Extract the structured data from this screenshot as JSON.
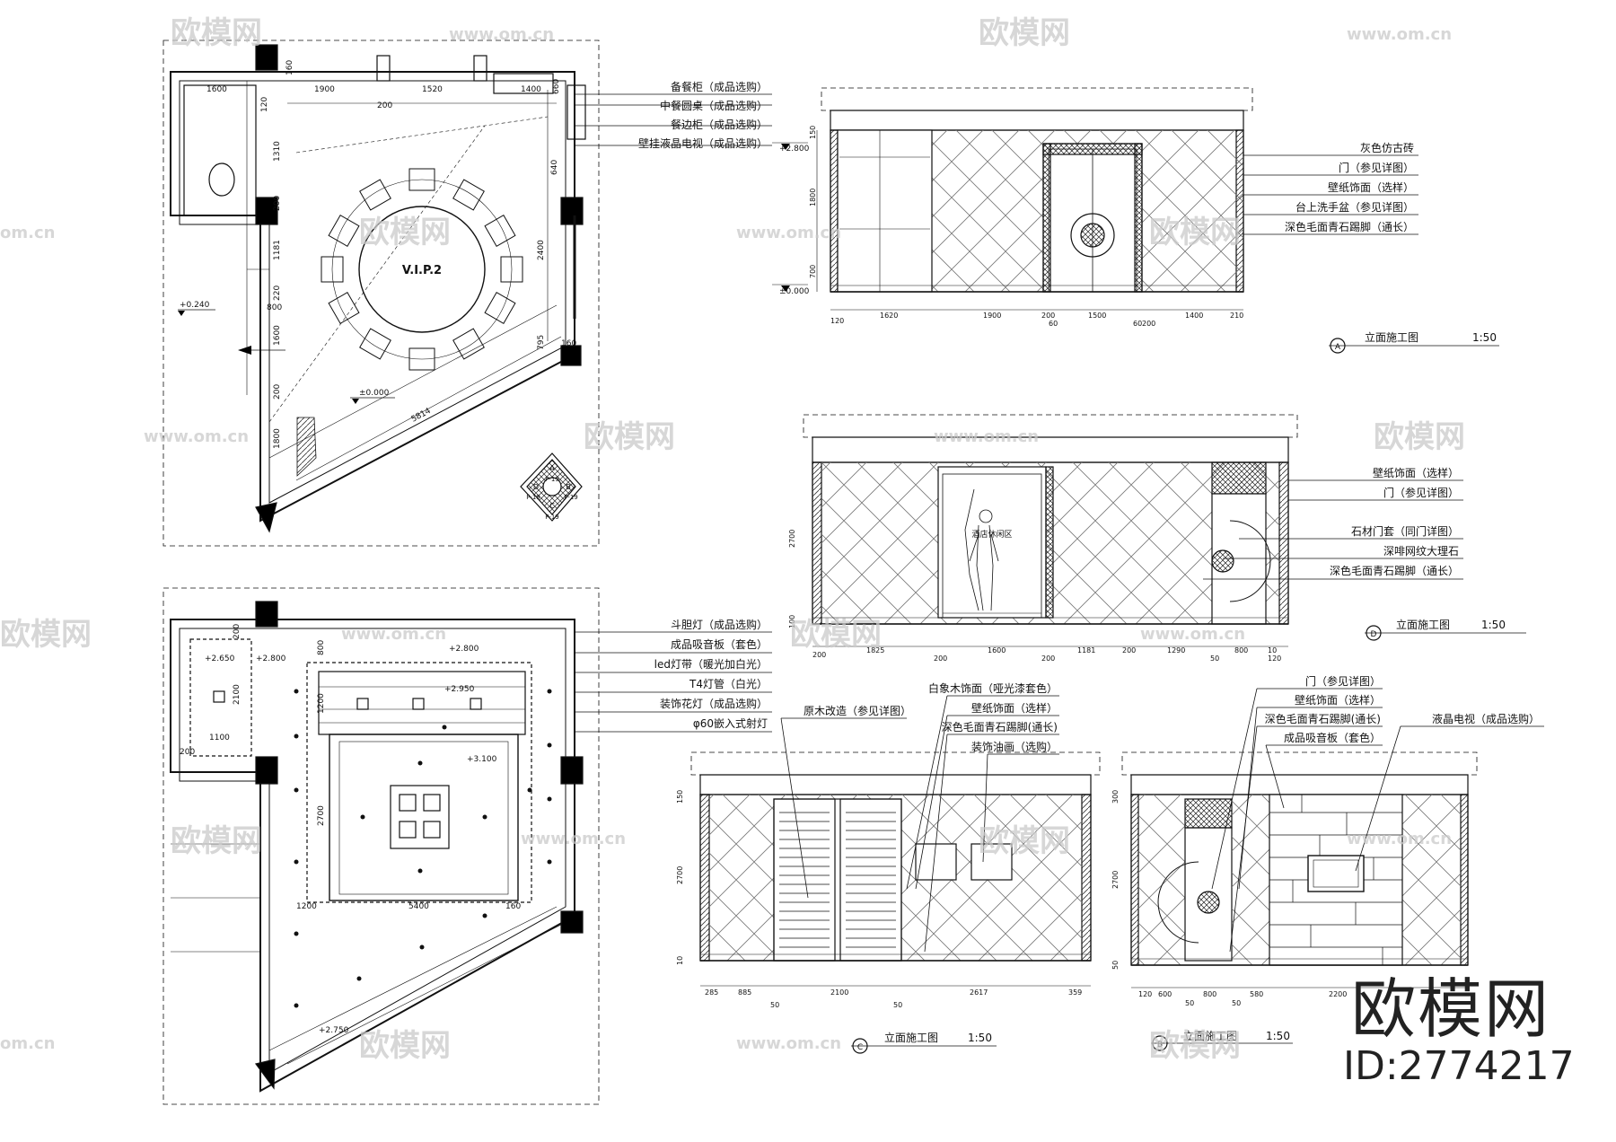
{
  "watermarks": {
    "logo": "欧模网",
    "url": "www.om.cn",
    "short_url": "om.cn"
  },
  "brand": {
    "name": "欧模网",
    "id": "ID:2774217"
  },
  "plan_top": {
    "room": "V.I.P.2",
    "levels": [
      "+0.240",
      "±0.000"
    ],
    "dims": [
      "160",
      "1900",
      "1520",
      "200",
      "1400",
      "1600",
      "660",
      "120",
      "1310",
      "200",
      "1181",
      "220",
      "1600",
      "200",
      "800",
      "1800",
      "640",
      "2400",
      "795",
      "160",
      "5814"
    ],
    "callouts": [
      "备餐柜（成品选购）",
      "中餐圆桌（成品选购）",
      "餐边柜（成品选购）",
      "壁挂液晶电视（成品选购）"
    ],
    "index": {
      "a": "A",
      "b": "B",
      "c": "C",
      "d": "D",
      "sheet": "P-19"
    }
  },
  "plan_bottom": {
    "levels": [
      "+2.650",
      "+2.800",
      "+2.800",
      "+2.950",
      "+3.100",
      "+2.750"
    ],
    "dims": [
      "200",
      "2100",
      "1100",
      "200",
      "800",
      "1200",
      "2700",
      "1200",
      "5400",
      "160"
    ],
    "callouts": [
      "斗胆灯（成品选购）",
      "成品吸音板（套色）",
      "led灯带（暖光加白光）",
      "T4灯管（白光）",
      "装饰花灯（成品选购）",
      "φ60嵌入式射灯"
    ]
  },
  "elev_a": {
    "levels": [
      "+2.800",
      "±0.000"
    ],
    "dims": [
      "120",
      "1620",
      "1900",
      "200",
      "60",
      "1500",
      "60",
      "200",
      "1400",
      "210"
    ],
    "vdims": [
      "150",
      "1800",
      "700"
    ],
    "callouts": [
      "灰色仿古砖",
      "门（参见详图）",
      "壁纸饰面（选样）",
      "台上洗手盆（参见详图）",
      "深色毛面青石踢脚（通长）"
    ],
    "mark": "A",
    "title": "立面施工图",
    "scale": "1:50"
  },
  "elev_d": {
    "dims": [
      "200",
      "1825",
      "200",
      "1600",
      "200",
      "1181",
      "200",
      "1290",
      "50",
      "800",
      "10",
      "120"
    ],
    "vdims": [
      "2700",
      "100"
    ],
    "screen_text": "酒店休闲区",
    "callouts": [
      "壁纸饰面（选样）",
      "门（参见详图）",
      "石材门套（同门详图）",
      "深啡网纹大理石",
      "深色毛面青石踢脚（通长）"
    ],
    "mark": "D",
    "title": "立面施工图",
    "scale": "1:50"
  },
  "elev_c": {
    "dims": [
      "285",
      "885",
      "50",
      "2100",
      "50",
      "2617",
      "359"
    ],
    "vdims": [
      "150",
      "2700",
      "10"
    ],
    "callouts": [
      "原木改造（参见详图）",
      "白象木饰面（哑光漆套色）",
      "壁纸饰面（选样）",
      "深色毛面青石踢脚(通长)",
      "装饰油画（选购）"
    ],
    "mark": "C",
    "title": "立面施工图",
    "scale": "1:50"
  },
  "elev_b": {
    "dims": [
      "120",
      "600",
      "50",
      "800",
      "50",
      "580",
      "2200"
    ],
    "vdims": [
      "300",
      "2700",
      "50"
    ],
    "callouts": [
      "门（参见详图）",
      "壁纸饰面（选样）",
      "深色毛面青石踢脚(通长)",
      "成品吸音板（套色）",
      "液晶电视（成品选购）"
    ],
    "mark": "B",
    "title": "立面施工图",
    "scale": "1:50"
  }
}
